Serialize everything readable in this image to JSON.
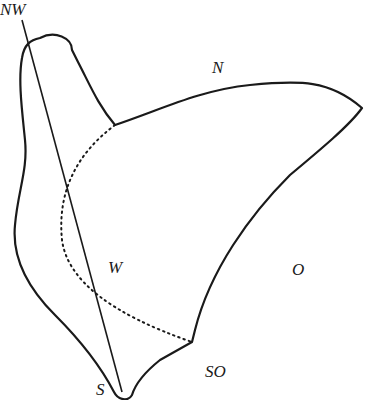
{
  "diagram": {
    "labels": [
      "NW",
      "N",
      "W",
      "O",
      "SO",
      "S"
    ]
  }
}
